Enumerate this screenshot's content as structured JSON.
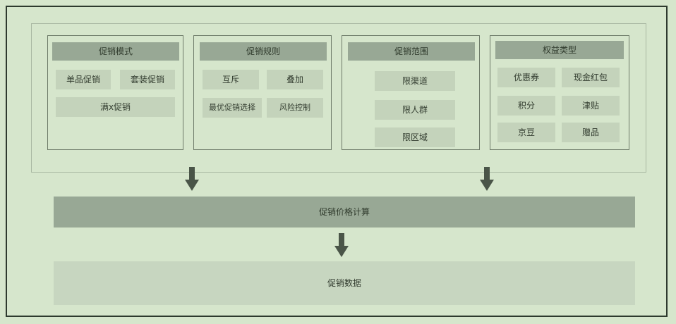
{
  "panels": [
    {
      "title": "促销模式",
      "items": [
        "单品促销",
        "套装促销",
        "满x促销"
      ]
    },
    {
      "title": "促销规则",
      "items": [
        "互斥",
        "叠加",
        "最优促销选择",
        "风险控制"
      ]
    },
    {
      "title": "促销范围",
      "items": [
        "限渠道",
        "限人群",
        "限区域"
      ]
    },
    {
      "title": "权益类型",
      "items": [
        "优惠券",
        "现金红包",
        "积分",
        "津贴",
        "京豆",
        "赠品"
      ]
    }
  ],
  "calc_label": "促销价格计算",
  "data_label": "促销数据",
  "colors": {
    "background": "#d6e6cc",
    "title_fill": "#98a895",
    "cell_fill": "#c4d3bb",
    "arrow": "#4a5548"
  }
}
